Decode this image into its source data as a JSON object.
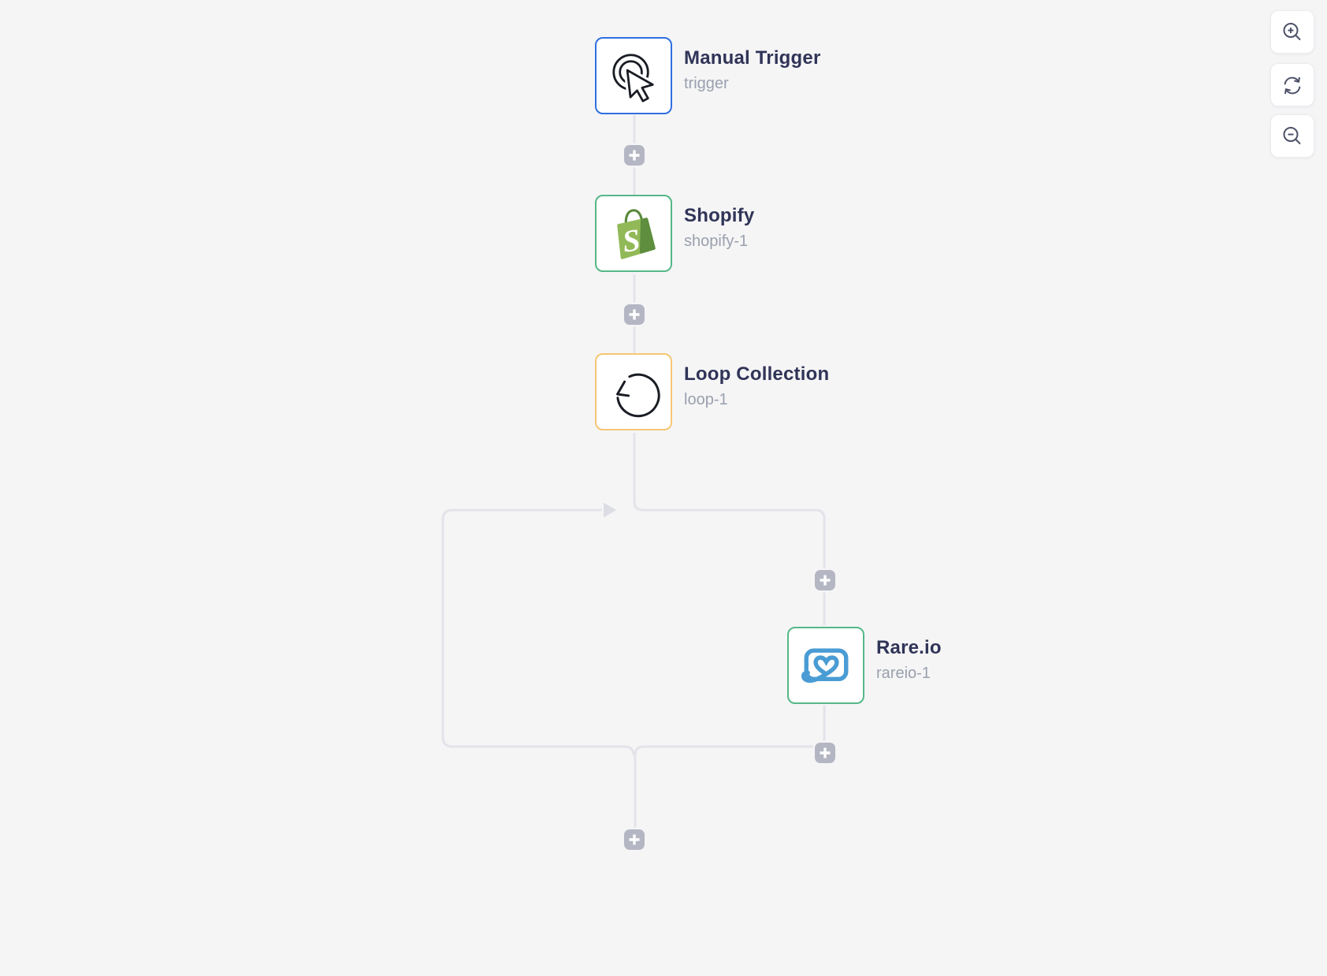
{
  "canvas": {
    "background_color": "#f5f5f6",
    "connector_color": "#e3e4ea",
    "arrow_color": "#dcdde4"
  },
  "toolbar": {
    "zoom_in_icon": "magnifier-plus-icon",
    "reset_view_icon": "refresh-icon",
    "zoom_out_icon": "magnifier-minus-icon",
    "icon_color": "#4d5168"
  },
  "workflow": {
    "nodes": [
      {
        "title": "Manual Trigger",
        "subtitle": "trigger",
        "icon": "manual-trigger-icon",
        "border_color": "#2f6fe0"
      },
      {
        "title": "Shopify",
        "subtitle": "shopify-1",
        "icon": "shopify-icon",
        "border_color": "#55b787"
      },
      {
        "title": "Loop Collection",
        "subtitle": "loop-1",
        "icon": "loop-icon",
        "border_color": "#f6c674"
      },
      {
        "title": "Rare.io",
        "subtitle": "rareio-1",
        "icon": "rareio-icon",
        "border_color": "#55b787"
      }
    ],
    "add_step_button_count": 5,
    "add_step_button_color": "#b5b6c3",
    "shopify_icon_colors": {
      "bag": "#92b957",
      "shadow": "#5e8e3e",
      "letter": "#ffffff"
    },
    "rareio_icon_color": "#4a9cd4"
  }
}
